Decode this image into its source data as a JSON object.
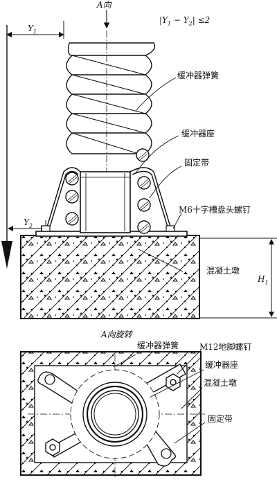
{
  "labels": {
    "view_dir": "A向",
    "formula_a": "|",
    "formula_y1": "Y",
    "formula_s1": "1",
    "formula_minus": " − ",
    "formula_y2": "Y",
    "formula_s2": "2",
    "formula_end": "| ≤2",
    "y1": "Y",
    "y1_sub": "1",
    "y2": "Y",
    "y2_sub": "2",
    "h1": "H",
    "h1_sub": "1",
    "spring": "缓冲器弹簧",
    "seat": "缓冲器座",
    "band": "固定带",
    "screw": "M6十字槽盘头螺钉",
    "concrete": "混凝土墩",
    "rotated_view": "A向旋转",
    "spring_b": "缓冲器弹簧",
    "anchor_bolt": "M12地脚螺钉",
    "seat_b": "缓冲器座",
    "concrete_b": "混凝土墩",
    "band_b": "固定带"
  }
}
